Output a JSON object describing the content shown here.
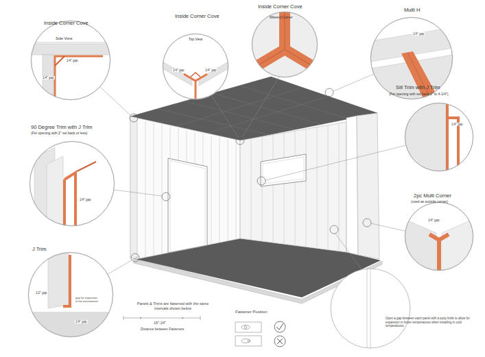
{
  "diagram": {
    "nodes": [
      {
        "text": [
          "Inside Corner Cove",
          "Side View",
          "1/4\" gap",
          "1/4\" gap"
        ]
      },
      {
        "text": [
          "Inside Corner Cove",
          "Top View",
          "1/4\" gap",
          "1/4\" gap"
        ]
      },
      {
        "text": [
          "Inside Corner Cove",
          "Mitered Corner"
        ]
      },
      {
        "text": [
          "Multi H",
          "1/4\" gap"
        ]
      },
      {
        "text": [
          "Sill Trim with J Trim",
          "(For opening with set back 2\" to 4-1/4\")",
          "1/4\" gap"
        ]
      },
      {
        "text": [
          "90 Degree Trim with J Trim",
          "(For opening with 2\" set back or less)",
          "1/4\" gap"
        ]
      },
      {
        "text": [
          "2pc Multi Corner",
          "(used as outside corner)",
          "1/4\" gap"
        ]
      },
      {
        "text": [
          "J Trim",
          "1/2\" gap",
          "gap for expansion in hot environment",
          "1/4\" gap"
        ]
      }
    ],
    "labels": [
      "Panels & Trims are fastened with the same intervals shown below",
      "16\"-24\"",
      "Distance between Fasteners",
      "Fastener Position",
      "Open a gap between each panel with a putty knife to allow for expansion in hotter temperatures when installing in cold temperatures."
    ]
  }
}
